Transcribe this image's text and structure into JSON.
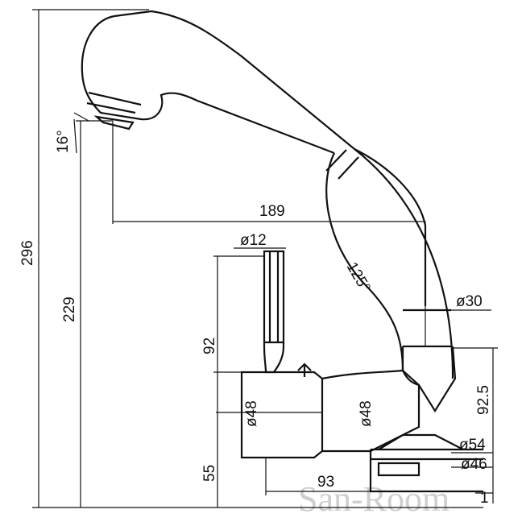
{
  "dimensions": {
    "total_height": "296",
    "spout_height": "229",
    "reach": "189",
    "spray_angle": "16°",
    "swivel_angle": "125°",
    "lever_diameter": "ø12",
    "lever_height": "92",
    "spout_diameter": "ø30",
    "spout_drop": "92.5",
    "body_diameter_left": "ø48",
    "body_diameter_right": "ø48",
    "base_diameter_outer": "ø54",
    "base_diameter_inner": "ø46",
    "body_height": "55",
    "base_offset": "93",
    "base_thickness": "1"
  },
  "watermark": "San-Room"
}
